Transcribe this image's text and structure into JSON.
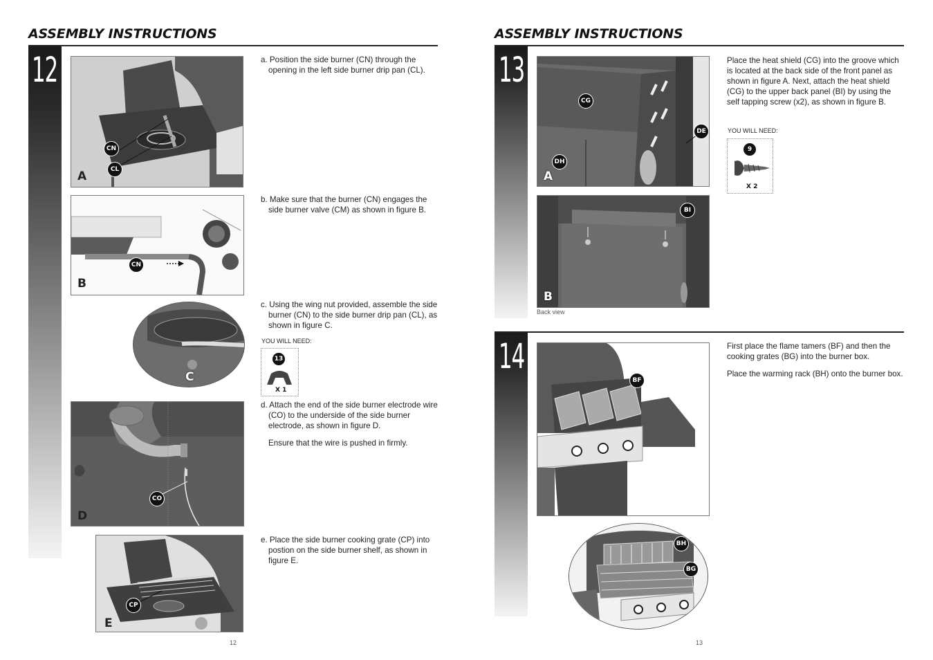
{
  "left_page": {
    "header": "ASSEMBLY INSTRUCTIONS",
    "step_number": "12",
    "instructions": {
      "a": "a. Position the side burner (CN) through the opening in the left side burner drip pan (CL).",
      "b": "b. Make sure that the burner (CN) engages the side burner valve (CM) as shown in figure B.",
      "c": "c. Using the wing nut provided, assemble the side burner (CN) to the side burner drip pan (CL), as shown in figure C.",
      "d": "d. Attach the end of the side burner electrode wire (CO) to the underside of the side burner electrode, as shown in figure D.",
      "d_note": "Ensure that the wire is pushed in firmly.",
      "e": "e. Place the side burner cooking grate (CP) into postion on the side burner shelf, as shown in figure E."
    },
    "you_will_need": "YOU WILL NEED:",
    "part_number": "13",
    "part_quantity": "X 1",
    "figures": {
      "a": {
        "letter": "A",
        "labels": [
          "CN",
          "CL"
        ]
      },
      "b": {
        "letter": "B",
        "labels": [
          "CN"
        ]
      },
      "c": {
        "letter": "C"
      },
      "d": {
        "letter": "D",
        "labels": [
          "CO"
        ]
      },
      "e": {
        "letter": "E",
        "labels": [
          "CP"
        ]
      }
    },
    "page_number": "12"
  },
  "right_page": {
    "header": "ASSEMBLY INSTRUCTIONS",
    "step13": {
      "number": "13",
      "text": "Place the heat shield (CG) into the groove which is located at the back side of the front panel as shown in figure A. Next, attach the heat shield (CG) to the upper back panel (BI) by using the self tapping screw (x2), as shown in figure B.",
      "you_will_need": "YOU WILL NEED:",
      "part_number": "9",
      "part_quantity": "X 2",
      "figures": {
        "a": {
          "letter": "A",
          "labels": [
            "CG",
            "DE",
            "DH"
          ]
        },
        "b": {
          "letter": "B",
          "labels": [
            "BI"
          ],
          "caption": "Back view"
        }
      }
    },
    "step14": {
      "number": "14",
      "text1": "First place the flame tamers (BF) and then the cooking grates (BG) into the burner box.",
      "text2": "Place the warming rack (BH) onto the burner box.",
      "figures": {
        "main": {
          "labels": [
            "BF"
          ]
        },
        "detail": {
          "labels": [
            "BH",
            "BG"
          ]
        }
      }
    },
    "page_number": "13"
  }
}
